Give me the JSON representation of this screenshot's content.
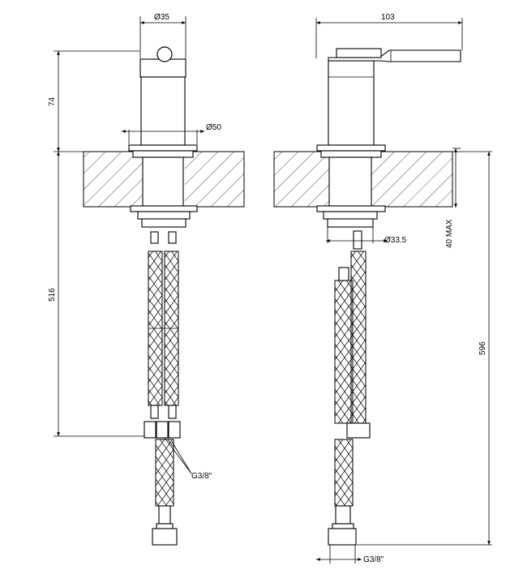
{
  "dimensions": {
    "front_top_diameter": "35",
    "front_base_diameter": "50",
    "front_height_upper": "74",
    "front_height_lower": "516",
    "front_thread": "G3/8\"",
    "side_width": "103",
    "side_shank_diameter": "33.5",
    "side_max_thickness": "40 MAX",
    "side_total_height": "596",
    "side_thread": "G3/8\""
  },
  "symbols": {
    "diameter": "Ø"
  }
}
